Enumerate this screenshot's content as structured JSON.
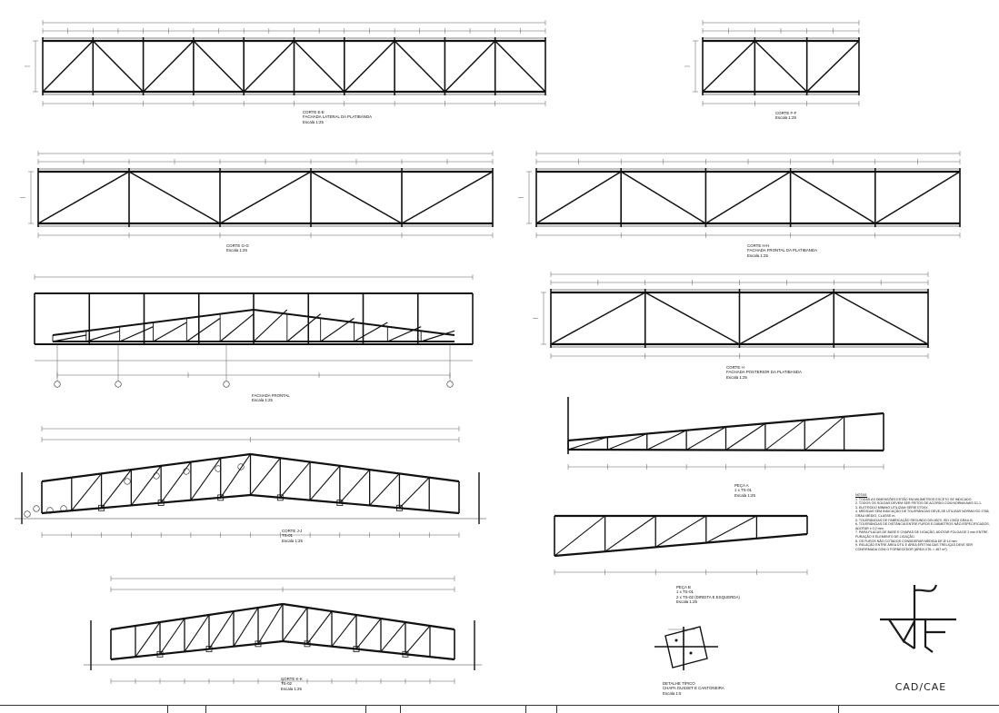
{
  "drawing": {
    "views": [
      {
        "id": "ee",
        "lines": [
          "CORTE E-E",
          "FACHADA LATERAL DA PLATIBANDA",
          "Escala 1:25"
        ]
      },
      {
        "id": "ff",
        "lines": [
          "CORTE F-F",
          "Escala 1:25"
        ]
      },
      {
        "id": "gg",
        "lines": [
          "CORTE G-G",
          "Escala 1:25"
        ]
      },
      {
        "id": "hh",
        "lines": [
          "CORTE H-H",
          "FACHADA FRONTAL DA PLATIBANDA",
          "Escala 1:25"
        ]
      },
      {
        "id": "fr",
        "lines": [
          "FACHADA FRONTAL",
          "Escala 1:25"
        ]
      },
      {
        "id": "ii",
        "lines": [
          "CORTE I-I",
          "FACHADA POSTERIOR DA PLATIBANDA",
          "Escala 1:25"
        ]
      },
      {
        "id": "j",
        "lines": [
          "CORTE J-J",
          "TS-01",
          "Escala 1:25"
        ]
      },
      {
        "id": "pa",
        "lines": [
          "PEÇA A",
          "1 x TS-01",
          "Escala 1:25"
        ]
      },
      {
        "id": "pb",
        "lines": [
          "PEÇA B",
          "1 x TS-01",
          "2 x TS-02 (DIREITA E ESQUERDA)",
          "Escala 1:25"
        ]
      },
      {
        "id": "kk",
        "lines": [
          "CORTE K-K",
          "TS-02",
          "Escala 1:25"
        ]
      },
      {
        "id": "dt",
        "lines": [
          "DETALHE TÍPICO",
          "CHAPA GUSSET E CANTONEIRA",
          "Escala 1:5"
        ]
      }
    ],
    "notes": {
      "title": "NOTAS:",
      "items": [
        "1.  TODAS AS DIMENSÕES ESTÃO EM MILÍMETROS EXCETO SE INDICADO.",
        "2.  TODOS OS SOLDAS DEVEM SER FEITOS DE ACORDO COM NORMA AWS D1.1.",
        "3.  ELETRODO MÍNIMO UTILIZAM SÉRIE E70XX.",
        "4.  MEDIDAS SEM INDICAÇÃO DE TOLERÂNCIAS DEVE-SE UTILIZAR NORMA ISO 2768, GRAU MÉDIO, CLASSE m.",
        "5.  TOLERÂNCIAS DE FABRICAÇÃO SEGUNDO DIN 8570, ISO 13920 GRAU B.",
        "6.  TOLERÂNCIAS DE DISTÂNCIA ENTRE FUROS E DIÂMETROS NÃO ESPECIFICADOS, ADOTAR ± 0,2 mm.",
        "7.  PARA PLACAS DE BASE E CHAPAS DE LIGAÇÃO, ADOTAR FOLGA DE 2 mm ENTRE FURAÇÃO E ELEMENTO DE LIGAÇÃO.",
        "8.  OS FUROS NÃO COTADOS CONSIDERAR MEDIDA DE Ø 14 mm.",
        "9.  RELAÇÃO ENTRE ÁREA ÚTIL E ÁREA EFETIVA DAS TRELIÇAS DEVE SER CONFIRMADA COM O FORNECEDOR (ÁREA ÚTIL = 467 m²)."
      ]
    },
    "logo": {
      "text": "CAD/CAE"
    }
  }
}
